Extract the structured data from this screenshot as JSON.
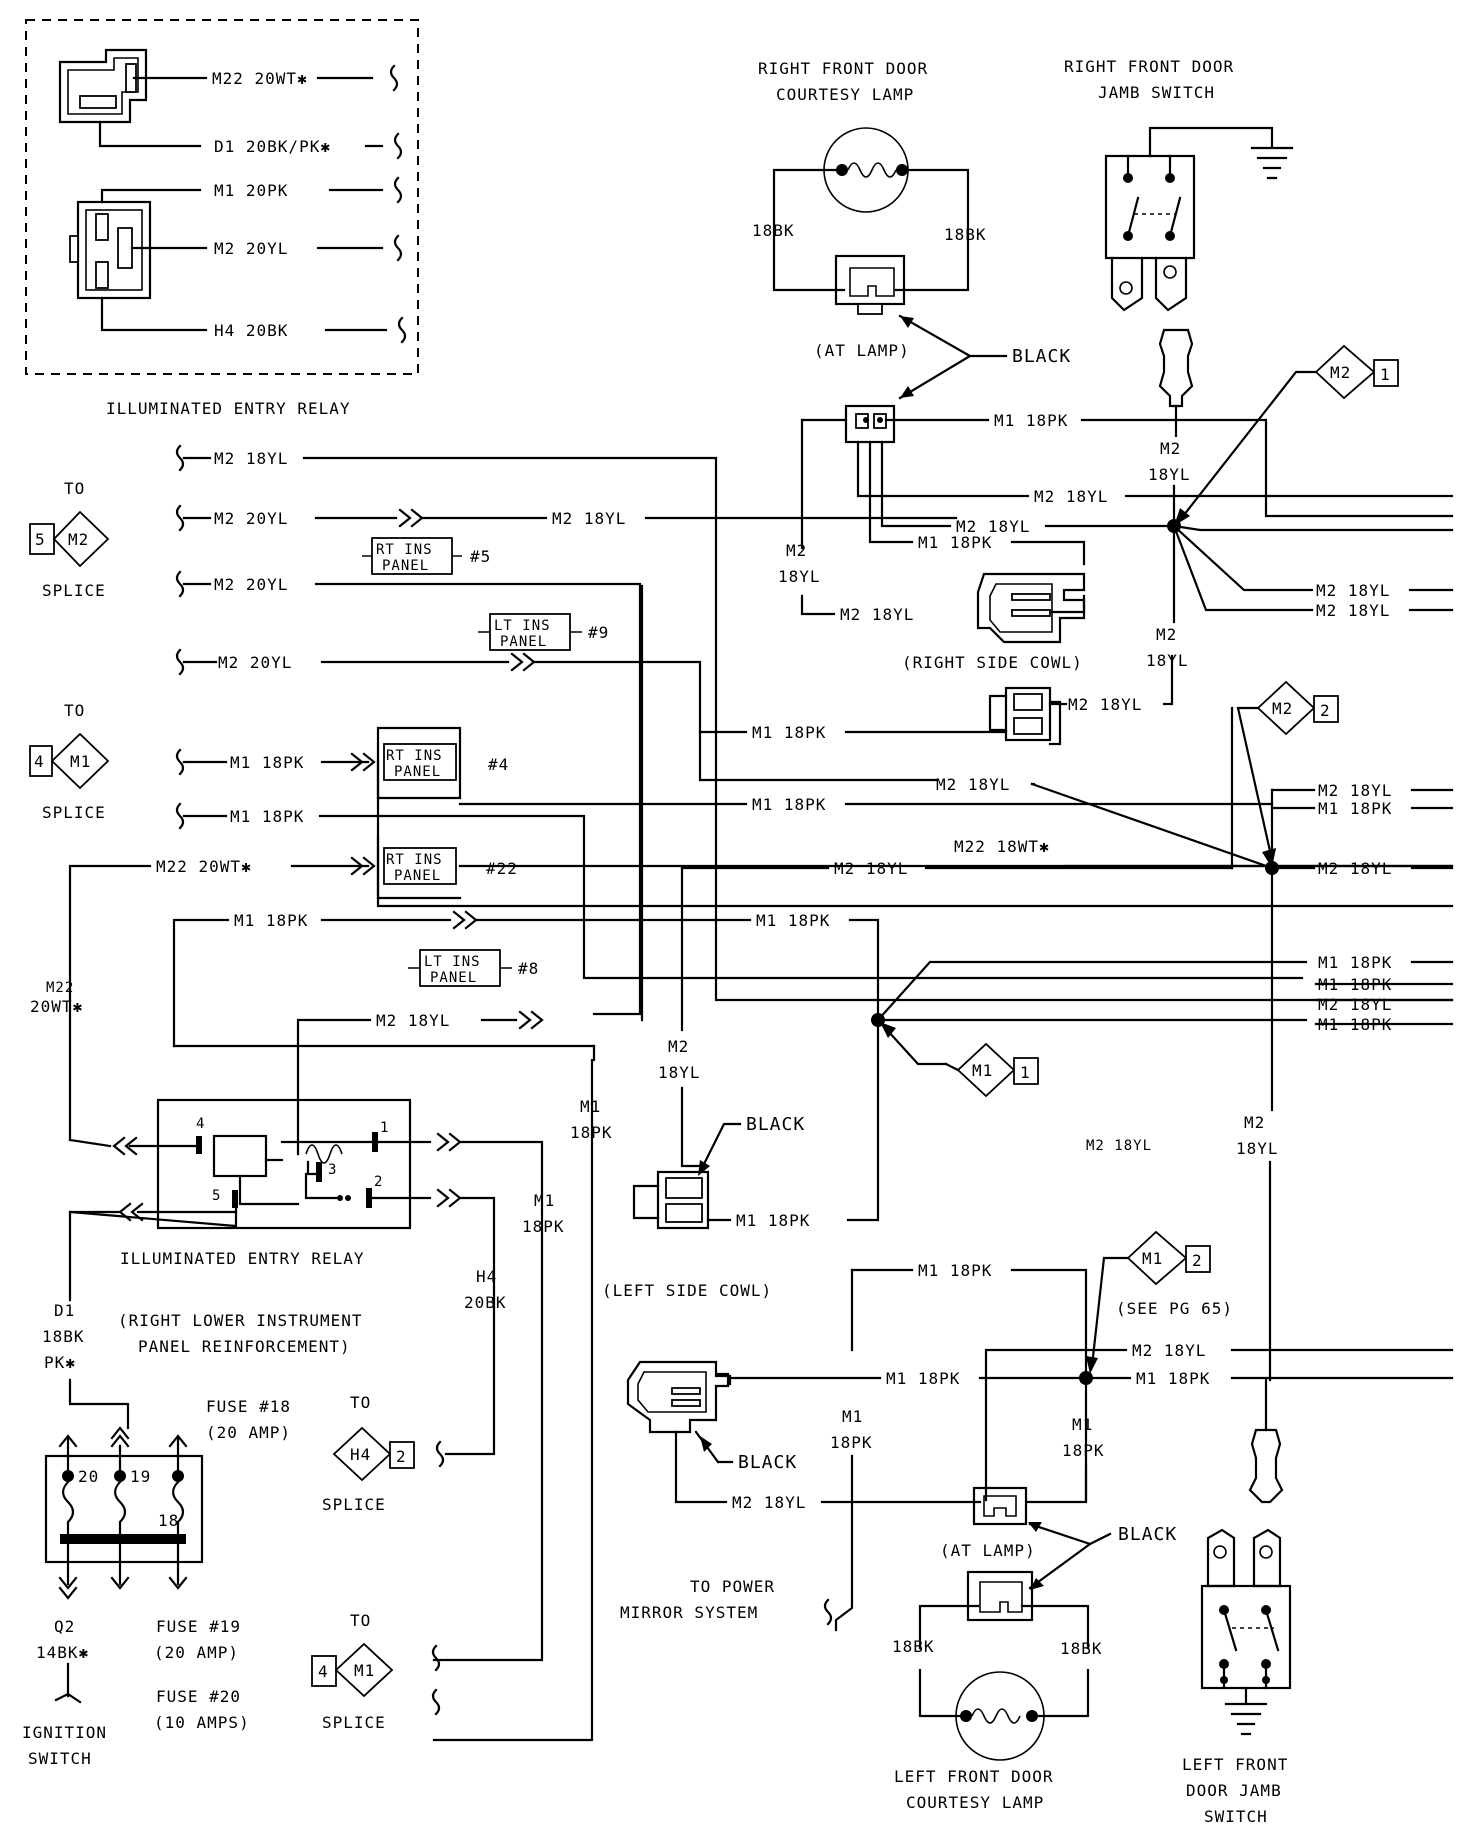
{
  "relay_inset": {
    "title": "ILLUMINATED ENTRY RELAY",
    "wires": [
      "M22 20WT✱",
      "D1 20BK/PK✱",
      "M1 20PK",
      "M2 20YL",
      "H4 20BK"
    ]
  },
  "splice_left_top": {
    "to": "TO",
    "code": "M2",
    "num": "5",
    "label": "SPLICE"
  },
  "splice_left_mid": {
    "to": "TO",
    "code": "M1",
    "num": "4",
    "label": "SPLICE"
  },
  "splice_h4": {
    "to": "TO",
    "code": "H4",
    "num": "2",
    "label": "SPLICE"
  },
  "splice_m1_bottom": {
    "to": "TO",
    "code": "M1",
    "num": "4",
    "label": "SPLICE"
  },
  "left_wires": [
    "M2 18YL",
    "M2 20YL",
    "M2 20YL",
    "M2 20YL",
    "M1 18PK",
    "M1 18PK",
    "M22 20WT✱",
    "M1 18PK",
    "M2 18YL"
  ],
  "panel_connectors": {
    "rt_ins_panel": [
      "RT INS",
      "PANEL"
    ],
    "lt_ins_panel": [
      "LT INS",
      "PANEL"
    ],
    "pins": [
      "#5",
      "#9",
      "#4",
      "#22",
      "#8"
    ]
  },
  "center_wires": {
    "m2_18yl": "M2 18YL",
    "m1_18pk": "M1 18PK",
    "m22_18wt": "M22 18WT✱",
    "m22_20wt": "M22\n20WT✱"
  },
  "right_front_door": {
    "lamp_title": [
      "RIGHT FRONT DOOR",
      "COURTESY LAMP"
    ],
    "switch_title": [
      "RIGHT FRONT DOOR",
      "JAMB SWITCH"
    ],
    "wire_18bk": "18BK",
    "at_lamp": "(AT LAMP)",
    "black": "BLACK",
    "side_cowl": "(RIGHT SIDE COWL)"
  },
  "left_front_door": {
    "lamp_title": [
      "LEFT FRONT DOOR",
      "COURTESY LAMP"
    ],
    "switch_title": [
      "LEFT FRONT",
      "DOOR JAMB",
      "SWITCH"
    ],
    "wire_18bk": "18BK",
    "at_lamp": "(AT LAMP)",
    "black": "BLACK",
    "see_pg": "(SEE PG 65)"
  },
  "splice_diamonds": {
    "m2_1": {
      "code": "M2",
      "num": "1"
    },
    "m2_2": {
      "code": "M2",
      "num": "2"
    },
    "m1_1": {
      "code": "M1",
      "num": "1"
    },
    "m1_2": {
      "code": "M1",
      "num": "2"
    }
  },
  "relay_main": {
    "title": "ILLUMINATED ENTRY RELAY",
    "location": [
      "(RIGHT LOWER INSTRUMENT",
      "PANEL REINFORCEMENT)"
    ],
    "pins": [
      "4",
      "1",
      "3",
      "2",
      "5"
    ]
  },
  "left_side_cowl": {
    "label": "(LEFT SIDE COWL)",
    "black": "BLACK"
  },
  "fuses": {
    "fuse18": [
      "FUSE #18",
      "(20 AMP)"
    ],
    "fuse19": [
      "FUSE #19",
      "(20 AMP)"
    ],
    "fuse20": [
      "FUSE #20",
      "(10 AMPS)"
    ],
    "pins": [
      "20",
      "19",
      "18"
    ]
  },
  "ignition": {
    "wire": [
      "Q2",
      "14BK✱"
    ],
    "label": [
      "IGNITION",
      "SWITCH"
    ],
    "d1": [
      "D1",
      "18BK",
      "PK✱"
    ],
    "h4": [
      "H4",
      "20BK"
    ]
  },
  "power_mirror": [
    "TO POWER",
    "MIRROR SYSTEM"
  ]
}
